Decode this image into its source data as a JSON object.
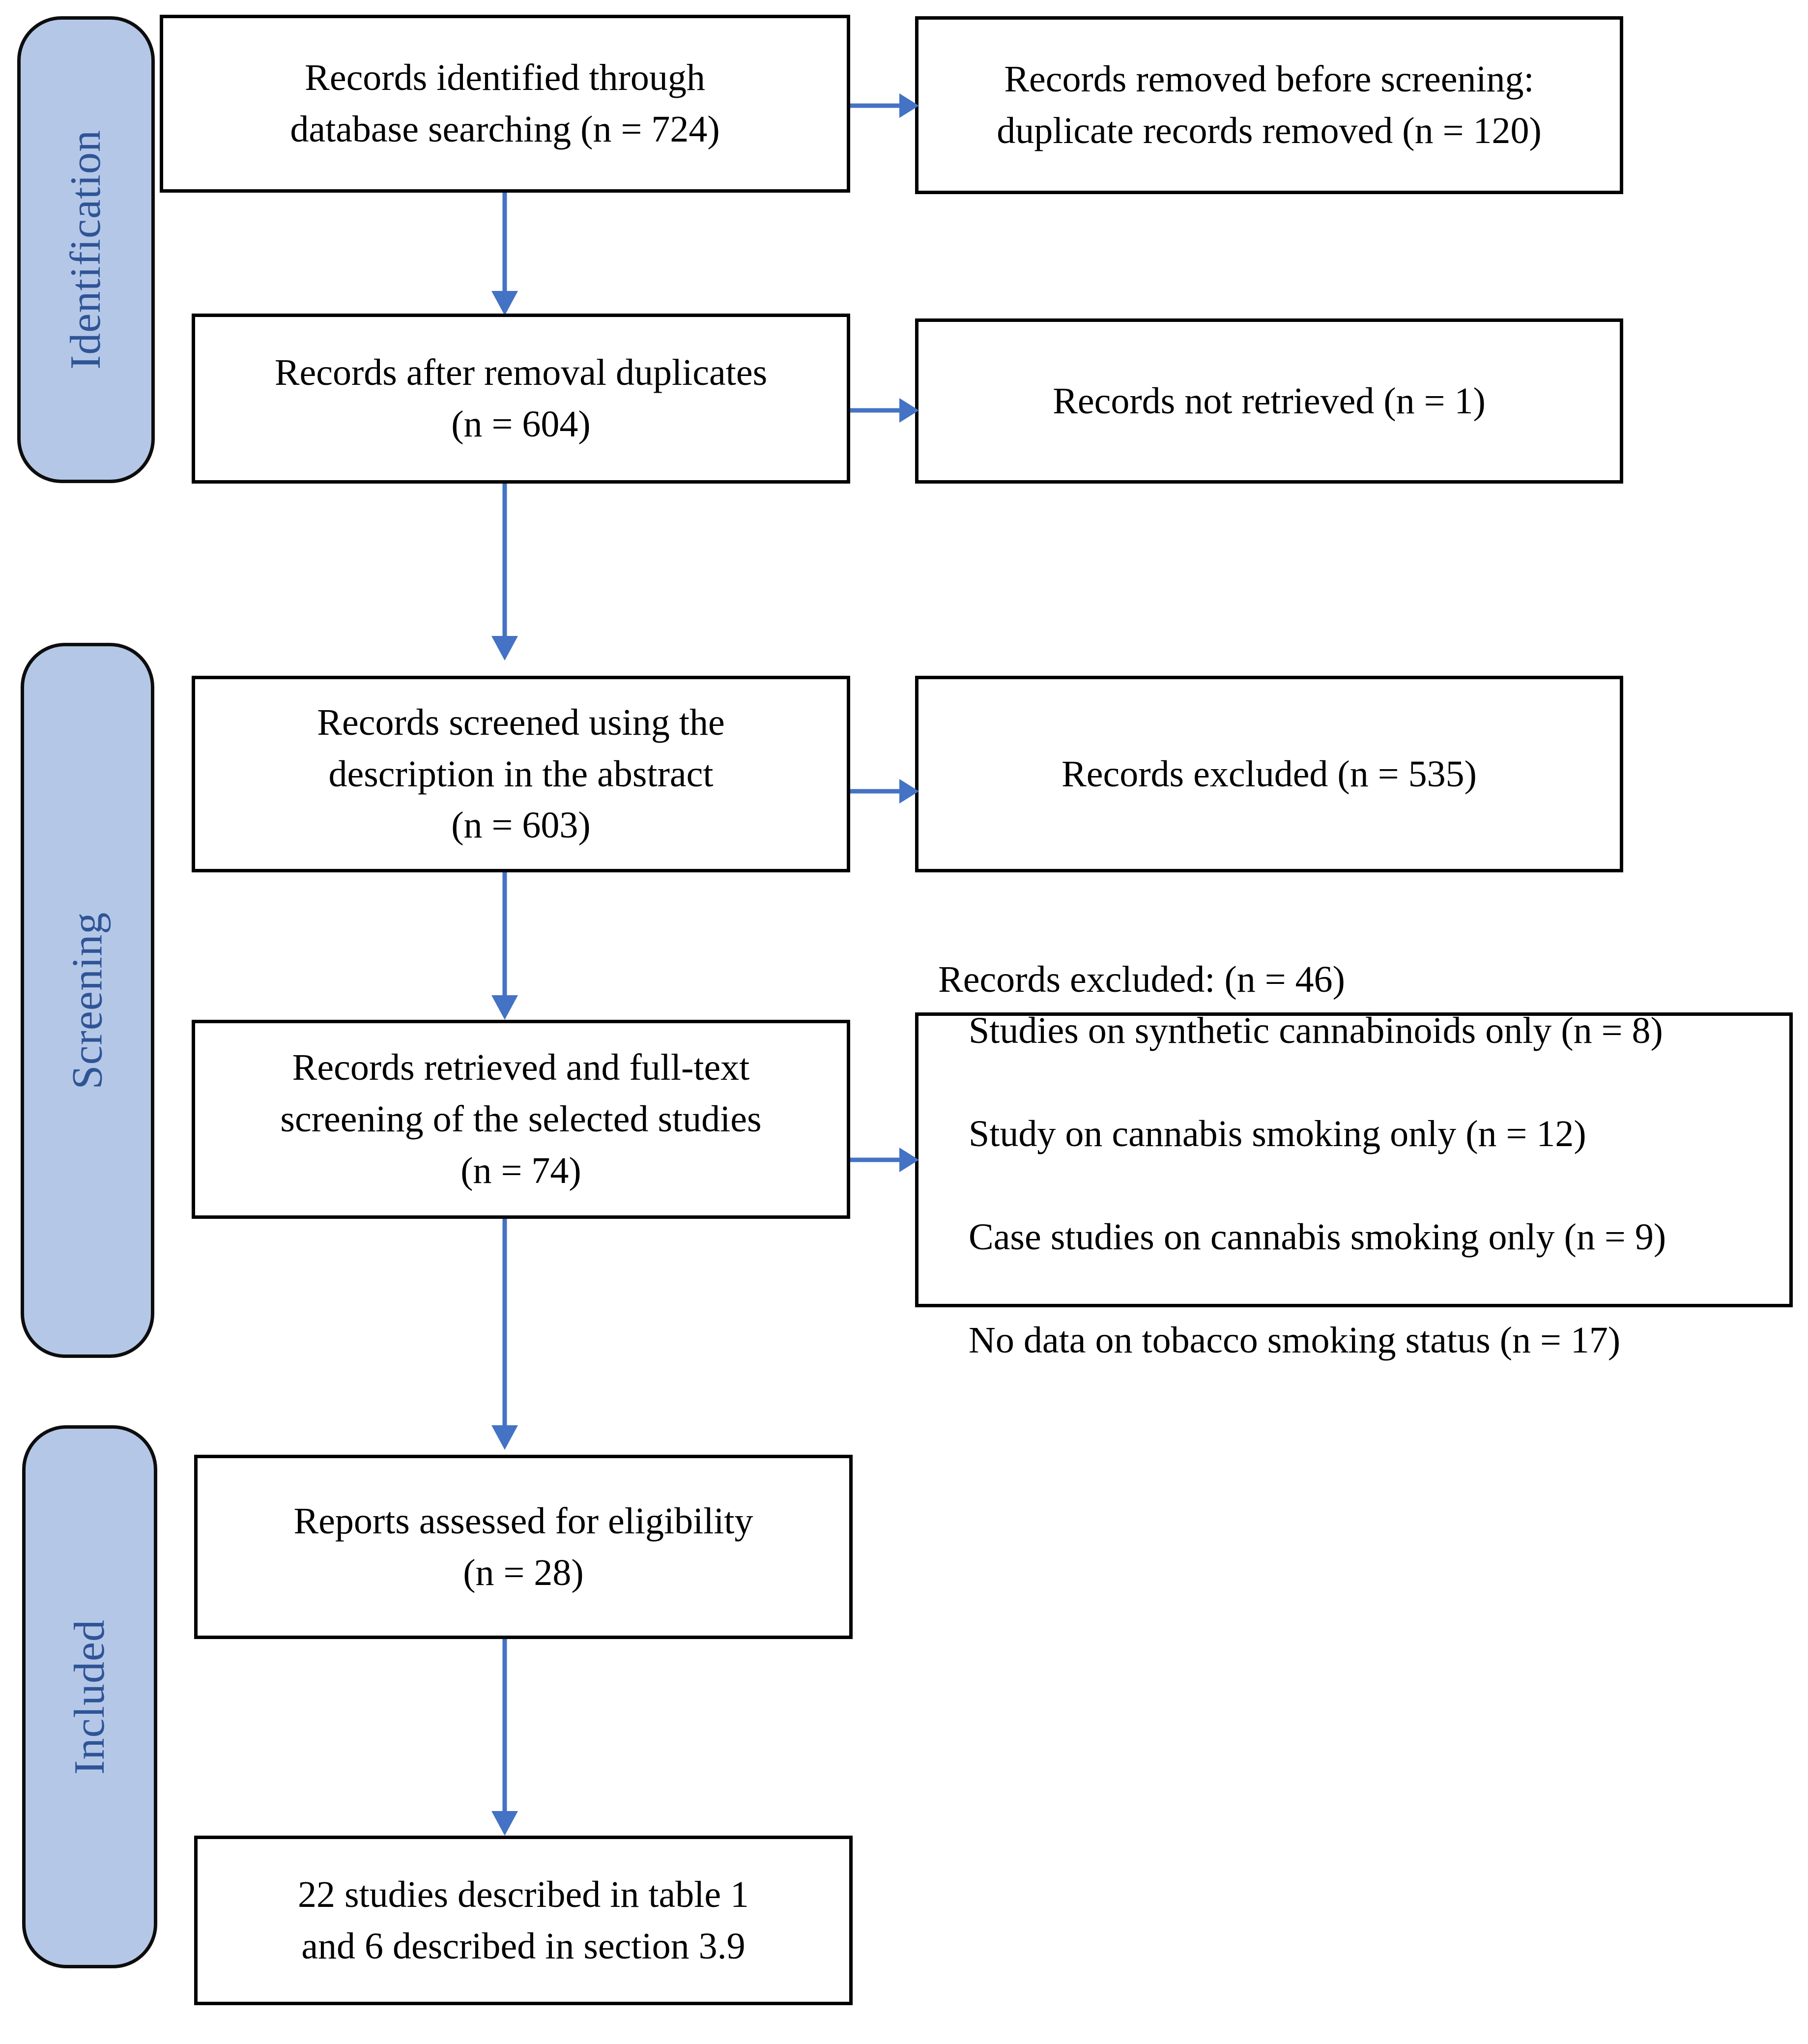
{
  "diagram": {
    "type": "prisma-flow-diagram",
    "colors": {
      "stage_pill_fill": "#b4c7e7",
      "stage_pill_border": "#0d0d0d",
      "stage_label_text": "#2f5496",
      "box_border": "#000000",
      "box_fill": "#ffffff",
      "box_text": "#000000",
      "arrow": "#4472c4",
      "background": "#ffffff"
    }
  },
  "stages": [
    {
      "id": "identification",
      "label": "Identification"
    },
    {
      "id": "screening",
      "label": "Screening"
    },
    {
      "id": "included",
      "label": "Included"
    }
  ],
  "boxes": {
    "records_identified": {
      "text": "Records identified through\ndatabase searching (n = 724)",
      "n": 724
    },
    "records_removed_before_screening": {
      "text": "Records removed before screening:\nduplicate records removed (n = 120)",
      "n": 120
    },
    "records_after_duplicates": {
      "text": "Records after removal duplicates\n(n = 604)",
      "n": 604
    },
    "records_not_retrieved": {
      "text": "Records not retrieved (n = 1)",
      "n": 1
    },
    "records_screened_abstract": {
      "text": "Records screened using the\ndescription in the abstract\n(n = 603)",
      "n": 603
    },
    "records_excluded_abstract": {
      "text": "Records excluded (n = 535)",
      "n": 535
    },
    "records_fulltext": {
      "text": "Records retrieved and full-text\nscreening of the selected studies\n(n = 74)",
      "n": 74
    },
    "records_excluded_fulltext": {
      "heading": "Records excluded: (n = 46)",
      "n": 46,
      "reasons": [
        "Studies on synthetic cannabinoids only (n = 8)",
        "Study on cannabis smoking only (n = 12)",
        "Case studies on cannabis smoking only (n = 9)",
        "No data on tobacco smoking status (n = 17)"
      ]
    },
    "reports_assessed": {
      "text": "Reports assessed for eligibility\n(n = 28)",
      "n": 28
    },
    "studies_included": {
      "text": "22 studies described in table 1\nand 6 described in section 3.9"
    }
  },
  "chart_data": {
    "type": "diagram",
    "title": "PRISMA flow diagram",
    "nodes": [
      {
        "id": "records_identified",
        "stage": "Identification",
        "label": "Records identified through database searching",
        "n": 724
      },
      {
        "id": "records_removed_before_screening",
        "stage": "Identification",
        "label": "Records removed before screening: duplicate records removed",
        "n": 120
      },
      {
        "id": "records_after_duplicates",
        "stage": "Identification",
        "label": "Records after removal duplicates",
        "n": 604
      },
      {
        "id": "records_not_retrieved",
        "stage": "Identification",
        "label": "Records not retrieved",
        "n": 1
      },
      {
        "id": "records_screened_abstract",
        "stage": "Screening",
        "label": "Records screened using the description in the abstract",
        "n": 603
      },
      {
        "id": "records_excluded_abstract",
        "stage": "Screening",
        "label": "Records excluded",
        "n": 535
      },
      {
        "id": "records_fulltext",
        "stage": "Screening",
        "label": "Records retrieved and full-text screening of the selected studies",
        "n": 74
      },
      {
        "id": "records_excluded_fulltext",
        "stage": "Screening",
        "label": "Records excluded",
        "n": 46
      },
      {
        "id": "reports_assessed",
        "stage": "Included",
        "label": "Reports assessed for eligibility",
        "n": 28
      },
      {
        "id": "studies_included",
        "stage": "Included",
        "label": "22 studies described in table 1 and 6 described in section 3.9",
        "n": 28
      }
    ],
    "edges": [
      {
        "from": "records_identified",
        "to": "records_removed_before_screening",
        "direction": "right"
      },
      {
        "from": "records_identified",
        "to": "records_after_duplicates",
        "direction": "down"
      },
      {
        "from": "records_after_duplicates",
        "to": "records_not_retrieved",
        "direction": "right"
      },
      {
        "from": "records_after_duplicates",
        "to": "records_screened_abstract",
        "direction": "down"
      },
      {
        "from": "records_screened_abstract",
        "to": "records_excluded_abstract",
        "direction": "right"
      },
      {
        "from": "records_screened_abstract",
        "to": "records_fulltext",
        "direction": "down"
      },
      {
        "from": "records_fulltext",
        "to": "records_excluded_fulltext",
        "direction": "right"
      },
      {
        "from": "records_fulltext",
        "to": "reports_assessed",
        "direction": "down"
      },
      {
        "from": "reports_assessed",
        "to": "studies_included",
        "direction": "down"
      }
    ]
  }
}
